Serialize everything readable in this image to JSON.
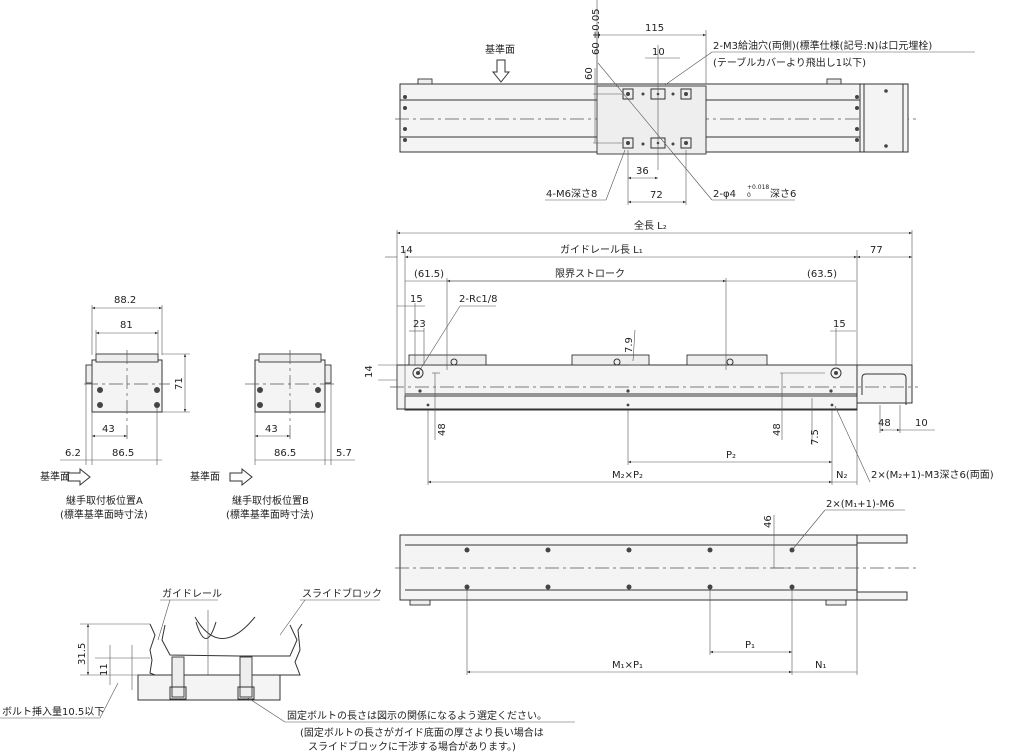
{
  "top_view": {
    "dim_115": "115",
    "dim_10": "10",
    "dim_60_tol": "60 ±0.05",
    "dim_60": "60",
    "dim_36": "36",
    "dim_72": "72",
    "reference_surface": "基準面",
    "note_oil_hole": "2-M3給油穴(両側)(標準仕様(記号:N)は口元埋栓)",
    "note_oil_hole_sub": "(テーブルカバーより飛出し1以下)",
    "note_m6": "4-M6深さ8",
    "note_pin": "2-φ4",
    "note_pin_tol_upper": "+0.018",
    "note_pin_tol_lower": "0",
    "note_pin_depth": "深さ6"
  },
  "side_view": {
    "overall_length": "全長 L₂",
    "rail_length": "ガイドレール長 L₁",
    "stroke": "限界ストローク",
    "dim_14_left": "14",
    "dim_77": "77",
    "dim_61_5": "(61.5)",
    "dim_63_5": "(63.5)",
    "dim_15_left": "15",
    "dim_23": "23",
    "port_note": "2-Rc1/8",
    "dim_7_9": "7.9",
    "dim_15_right": "15",
    "dim_14_height": "14",
    "dim_48_left": "48",
    "dim_48_right": "48",
    "dim_7_5": "7.5",
    "dim_48_motor": "48",
    "dim_10_motor": "10",
    "p2": "P₂",
    "m2p2": "M₂×P₂",
    "n2": "N₂",
    "tap_note": "2×(M₂+1)-M3深さ6(両面)"
  },
  "end_view_a": {
    "dim_88_2": "88.2",
    "dim_81": "81",
    "dim_71": "71",
    "dim_43": "43",
    "dim_6_2": "6.2",
    "dim_86_5": "86.5",
    "reference_surface": "基準面",
    "caption": "継手取付板位置A",
    "caption_sub": "(標準基準面時寸法)"
  },
  "end_view_b": {
    "dim_43": "43",
    "dim_86_5": "86.5",
    "dim_5_7": "5.7",
    "reference_surface": "基準面",
    "caption": "継手取付板位置B",
    "caption_sub": "(標準基準面時寸法)"
  },
  "bottom_view": {
    "dim_46": "46",
    "hole_note": "2×(M₁+1)-M6",
    "p1": "P₁",
    "m1p1": "M₁×P₁",
    "n1": "N₁"
  },
  "section_view": {
    "guide_rail": "ガイドレール",
    "slide_block": "スライドブロック",
    "dim_31_5": "31.5",
    "dim_11": "11",
    "bolt_insert": "ボルト挿入量10.5以下",
    "bolt_note": "固定ボルトの長さは図示の関係になるよう選定ください。",
    "bolt_note_sub1": "(固定ボルトの長さがガイド底面の厚さより長い場合は",
    "bolt_note_sub2": "スライドブロックに干渉する場合があります。)"
  }
}
